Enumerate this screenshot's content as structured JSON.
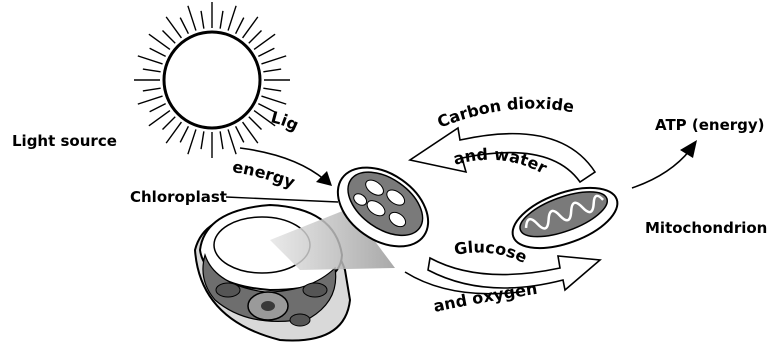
{
  "labels": {
    "light_source": "Light source",
    "light": "Light",
    "energy": "energy",
    "chloroplast": "Chloroplast",
    "carbon_dioxide": "Carbon dioxide",
    "and_water": "and water",
    "glucose": "Glucose",
    "and_oxygen": "and oxygen",
    "atp": "ATP (energy)",
    "mitochondrion": "Mitochondrion"
  },
  "colors": {
    "ink": "#000000",
    "organelle_fill": "#7a7a7a",
    "cell_fill": "#d9d9d9",
    "cone_fill": "#bdbdbd",
    "background": "#ffffff"
  }
}
